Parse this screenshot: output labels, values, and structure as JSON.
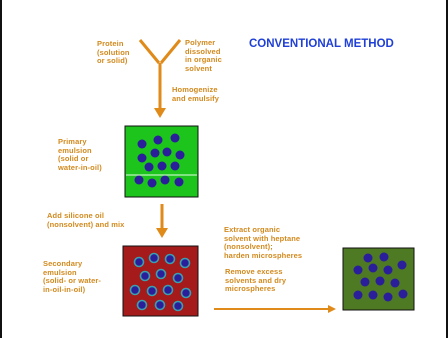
{
  "title": "CONVENTIONAL METHOD",
  "labels": {
    "protein": "Protein\n(solution\nor solid)",
    "polymer": "Polymer\ndissolved\nin organic\nsolvent",
    "homogenize": "Homogenize\nand emulsify",
    "primary": "Primary\nemulsion\n(solid or\nwater-in-oil)",
    "add_stir": "Add silicone oil\n(nonsolvent) and mix",
    "secondary": "Secondary\nemulsion\n(solid- or water-\nin-oil-in-oil)",
    "extract": "Extract organic\nsolvent with heptane\n(nonsolvent);\nharden microspheres",
    "remove": "Remove excess\nsolvents and dry\nmicrospheres"
  },
  "colors": {
    "arrow": "#e08a1a",
    "label_text": "#d28a1e",
    "title": "#1f3fd6",
    "primary_fill": "#1cc41c",
    "secondary_fill": "#a51a1a",
    "final_fill": "#4e7a24",
    "particle": "#2a1e9a",
    "particle_ring": "#3aa0b0"
  },
  "icons": [
    "y-merge-arrow",
    "down-arrow",
    "right-arrow"
  ]
}
